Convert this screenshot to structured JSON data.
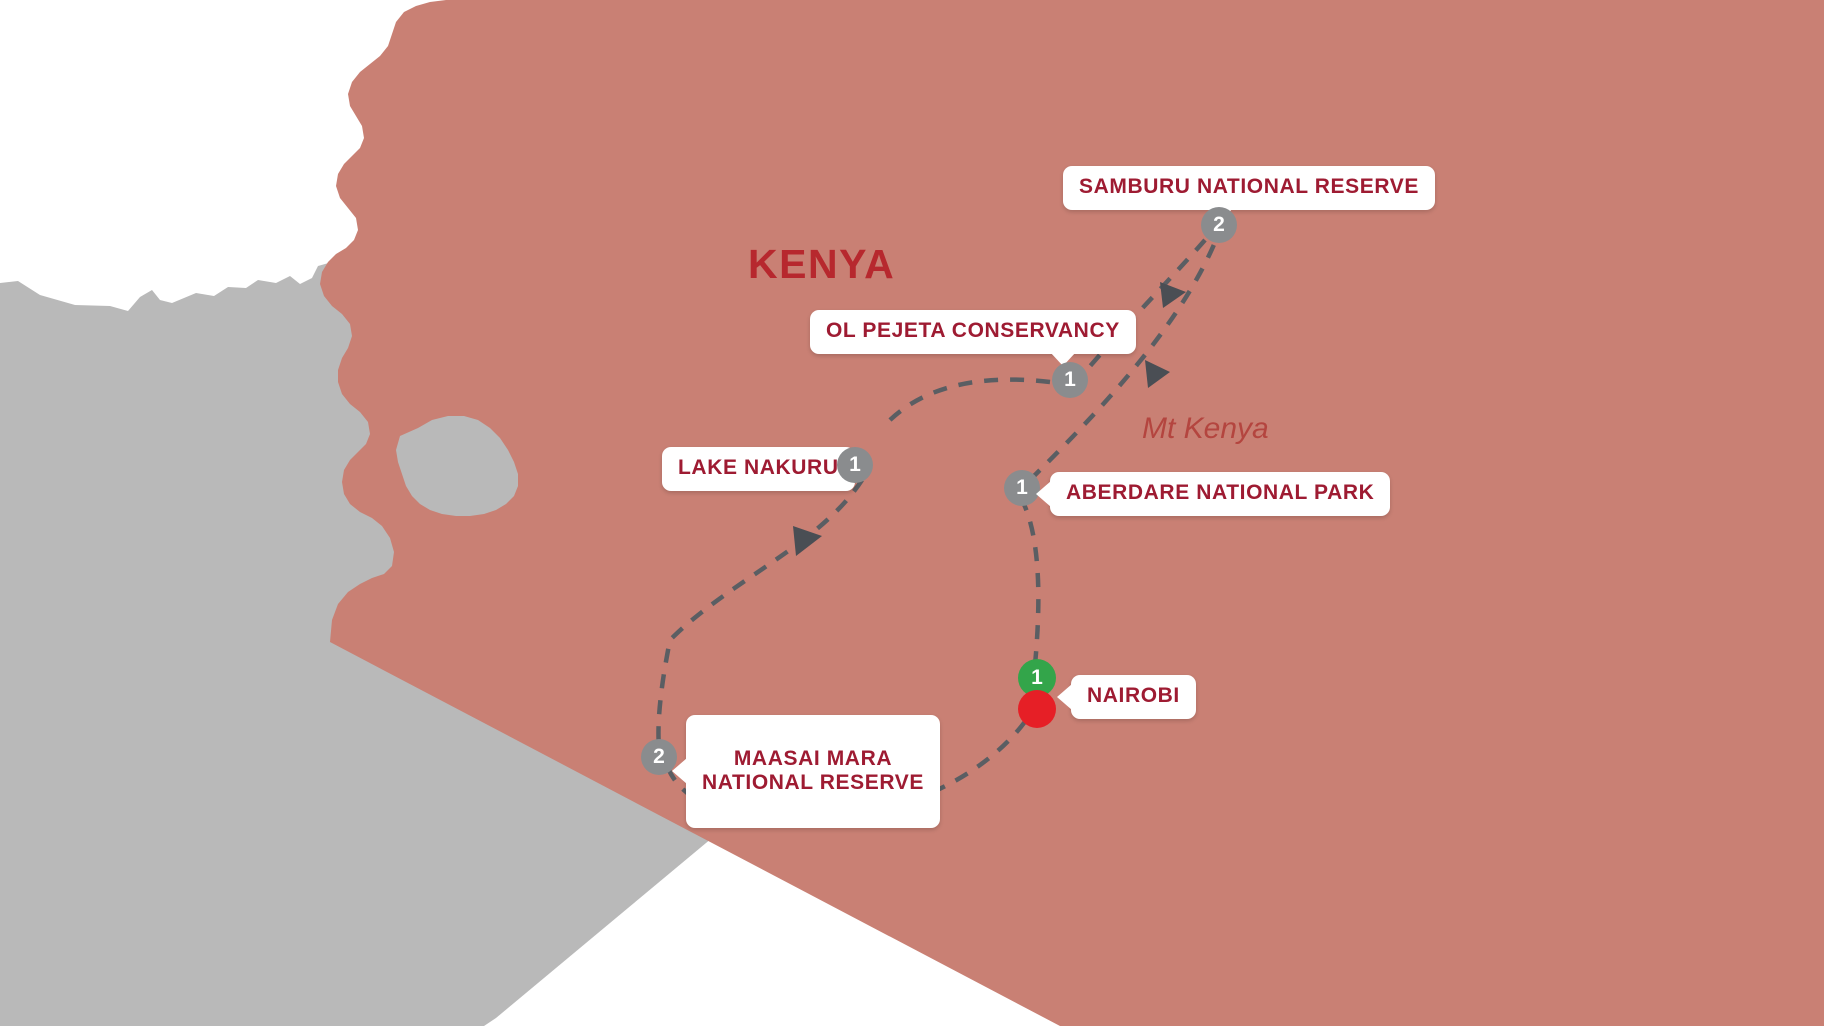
{
  "map": {
    "title": "KENYA",
    "peak_label": "Mt Kenya",
    "colors": {
      "country_fill": "#C98074",
      "neighbor_fill": "#B9B9B9",
      "background": "#ffffff",
      "label_text": "#9E1B32",
      "title_text": "#B7282E",
      "peak_text": "#B4453F",
      "route_line": "#5A5E63",
      "marker_stop": "#8A8C8E",
      "marker_start": "#33A54A",
      "marker_city": "#E61F26"
    }
  },
  "labels": {
    "samburu": "SAMBURU NATIONAL RESERVE",
    "ol_pejeta": "OL PEJETA CONSERVANCY",
    "lake_nakuru": "LAKE NAKURU",
    "aberdare": "ABERDARE NATIONAL PARK",
    "nairobi": "NAIROBI",
    "maasai_mara": "MAASAI MARA\nNATIONAL RESERVE"
  },
  "stops": {
    "samburu_nights": "2",
    "ol_pejeta_nights": "1",
    "lake_nakuru_nights": "1",
    "aberdare_nights": "1",
    "nairobi_nights": "1",
    "maasai_mara_nights": "2"
  }
}
